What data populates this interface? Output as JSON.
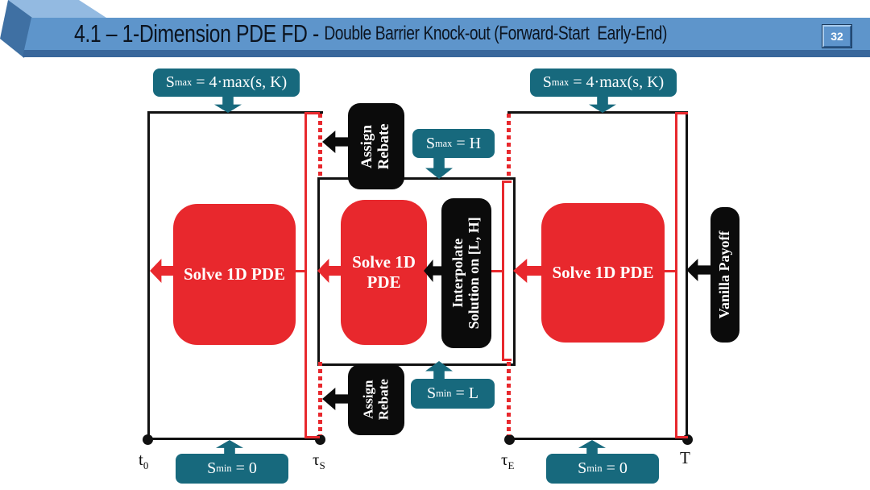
{
  "header": {
    "title_main": "4.1 – 1-Dimension PDE FD - ",
    "title_sub": "Double Barrier Knock-out (Forward-Start  Early-End)",
    "slide_number": "32"
  },
  "colors": {
    "teal": "#17697D",
    "red": "#E8282D",
    "black_box": "#0B0B0B",
    "header_blue": "#5E95CB",
    "header_top_face": "#93BAE1",
    "header_side_face": "#3F70A3",
    "header_shadow": "#39679B"
  },
  "formulas": {
    "smax_left": {
      "base": "S",
      "sub": "max",
      "rest": " = 4·max(s, K)"
    },
    "smax_right": {
      "base": "S",
      "sub": "max",
      "rest": " = 4·max(s, K)"
    },
    "smax_h": {
      "base": "S",
      "sub": "max",
      "rest": " = H"
    },
    "smin_l": {
      "base": "S",
      "sub": "min",
      "rest": " = L"
    },
    "smin0_left": {
      "base": "S",
      "sub": "min",
      "rest": " = 0"
    },
    "smin0_right": {
      "base": "S",
      "sub": "min",
      "rest": " = 0"
    }
  },
  "process_boxes": {
    "solve_left": "Solve 1D PDE",
    "solve_mid": "Solve 1D PDE",
    "solve_right": "Solve 1D PDE",
    "assign_top": {
      "line1": "Assign",
      "line2": "Rebate"
    },
    "assign_bottom": {
      "line1": "Assign",
      "line2": "Rebate"
    },
    "interpolate": {
      "line1": "Interpolate",
      "line2": "Solution on [L, H]"
    },
    "vanilla": {
      "line1": "Vanilla Payoff"
    }
  },
  "timeline": {
    "t0": {
      "base": "t",
      "sub": "0"
    },
    "tau_s": {
      "base": "τ",
      "sub": "S"
    },
    "tau_e": {
      "base": "τ",
      "sub": "E"
    },
    "T": {
      "base": "T",
      "sub": ""
    }
  }
}
